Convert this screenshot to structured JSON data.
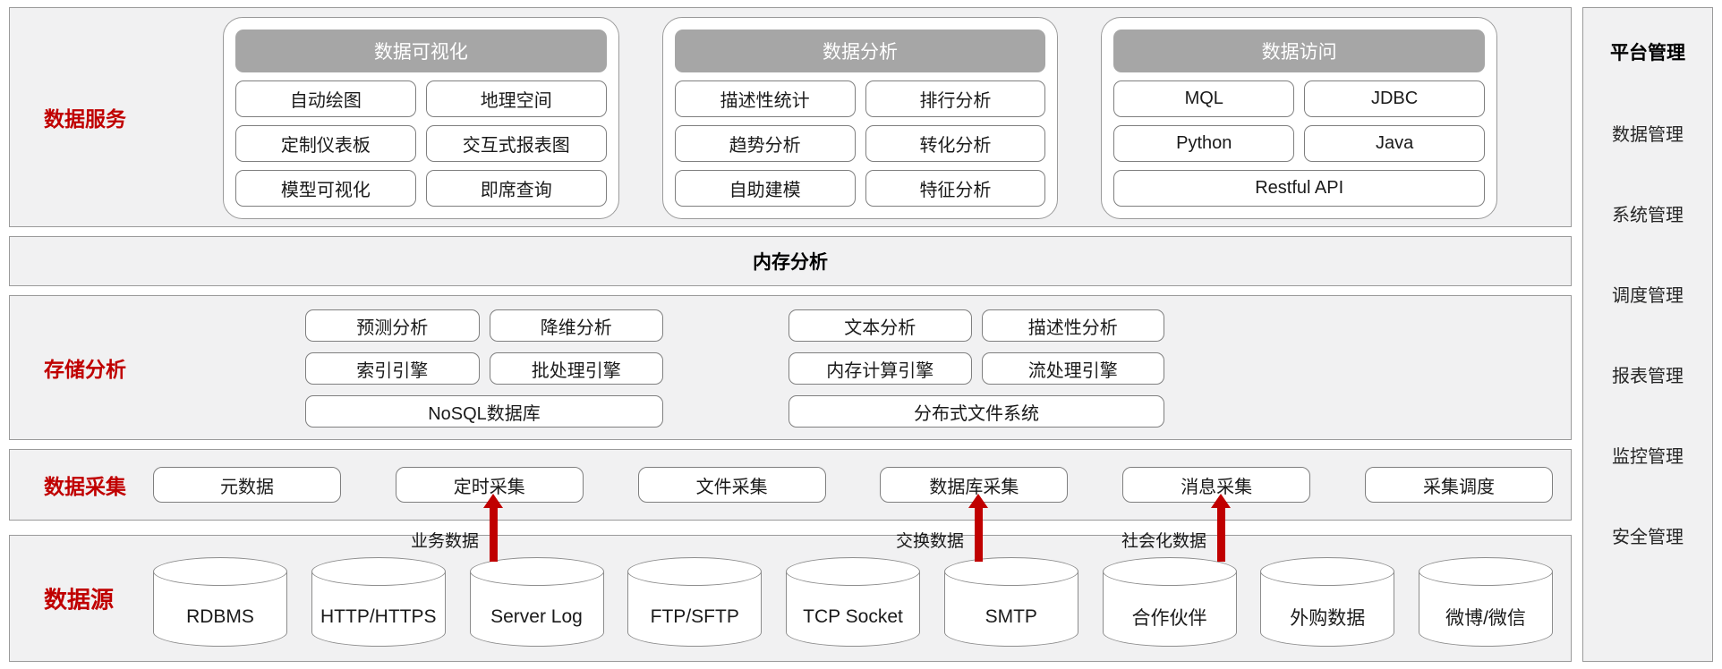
{
  "palette": {
    "accent_red": "#C00000",
    "group_header_gray": "#A6A6A6",
    "band_background": "#F1F1F2",
    "border_gray": "#9A9A9A"
  },
  "services": {
    "label": "数据服务",
    "groups": [
      {
        "title": "数据可视化",
        "rows": [
          [
            "自动绘图",
            "地理空间"
          ],
          [
            "定制仪表板",
            "交互式报表图"
          ],
          [
            "模型可视化",
            "即席查询"
          ]
        ]
      },
      {
        "title": "数据分析",
        "rows": [
          [
            "描述性统计",
            "排行分析"
          ],
          [
            "趋势分析",
            "转化分析"
          ],
          [
            "自助建模",
            "特征分析"
          ]
        ]
      },
      {
        "title": "数据访问",
        "rows": [
          [
            "MQL",
            "JDBC"
          ],
          [
            "Python",
            "Java"
          ],
          [
            "Restful API"
          ]
        ]
      }
    ]
  },
  "memory": {
    "label": "内存分析"
  },
  "storage": {
    "label": "存储分析",
    "left_column": [
      [
        "预测分析",
        "降维分析"
      ],
      [
        "索引引擎",
        "批处理引擎"
      ],
      [
        "NoSQL数据库"
      ]
    ],
    "right_column": [
      [
        "文本分析",
        "描述性分析"
      ],
      [
        "内存计算引擎",
        "流处理引擎"
      ],
      [
        "分布式文件系统"
      ]
    ]
  },
  "collection": {
    "label": "数据采集",
    "items": [
      "元数据",
      "定时采集",
      "文件采集",
      "数据库采集",
      "消息采集",
      "采集调度"
    ]
  },
  "sources": {
    "label": "数据源",
    "items": [
      "RDBMS",
      "HTTP/HTTPS",
      "Server Log",
      "FTP/SFTP",
      "TCP Socket",
      "SMTP",
      "合作伙伴",
      "外购数据",
      "微博/微信"
    ],
    "flows": [
      "业务数据",
      "交换数据",
      "社会化数据"
    ]
  },
  "sidebar": {
    "title": "平台管理",
    "items": [
      "数据管理",
      "系统管理",
      "调度管理",
      "报表管理",
      "监控管理",
      "安全管理"
    ]
  }
}
